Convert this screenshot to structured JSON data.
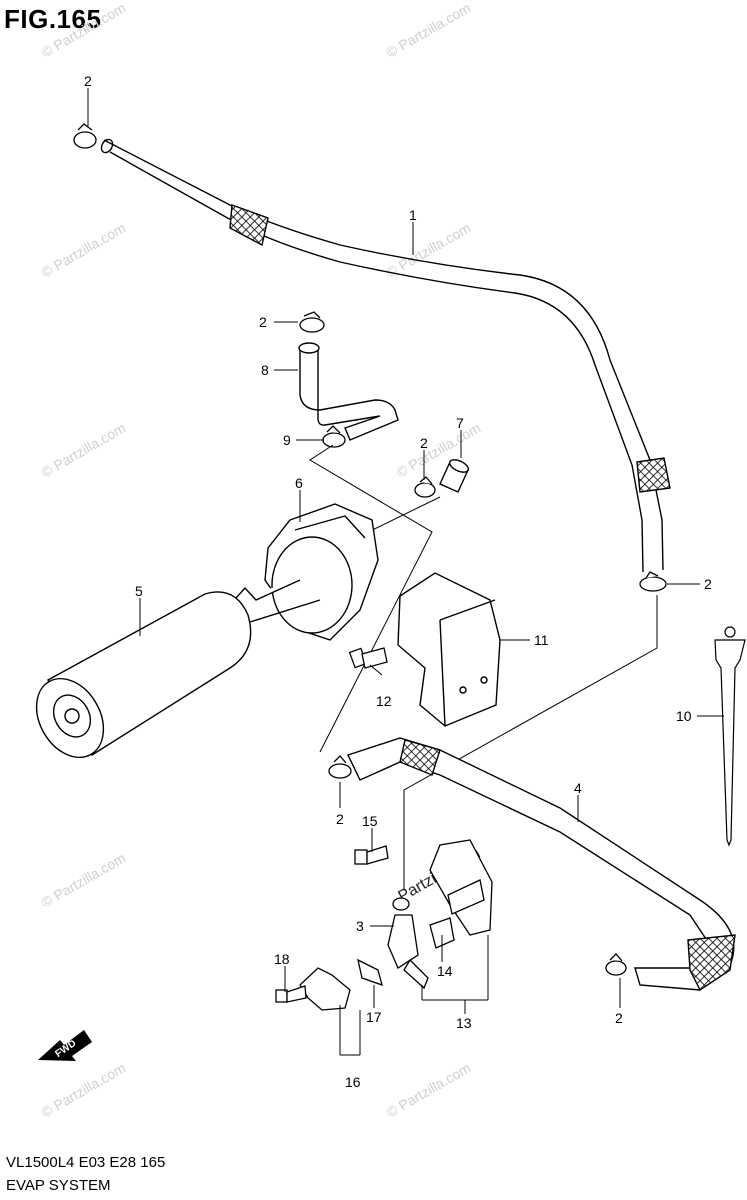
{
  "figure": {
    "title": "FIG.165",
    "footer_model": "VL1500L4  E03  E28  165",
    "footer_section": "EVAP SYSTEM"
  },
  "watermark": {
    "text": "© Partzilla.com",
    "center_text": "Partzilla.com"
  },
  "fwd_label": "FWD",
  "callouts": {
    "c1": "1",
    "c2a": "2",
    "c2b": "2",
    "c2c": "2",
    "c2d": "2",
    "c2e": "2",
    "c2f": "2",
    "c3": "3",
    "c4": "4",
    "c5": "5",
    "c6": "6",
    "c7": "7",
    "c8": "8",
    "c9": "9",
    "c10": "10",
    "c11": "11",
    "c12": "12",
    "c13": "13",
    "c14": "14",
    "c15": "15",
    "c16": "16",
    "c17": "17",
    "c18": "18"
  }
}
